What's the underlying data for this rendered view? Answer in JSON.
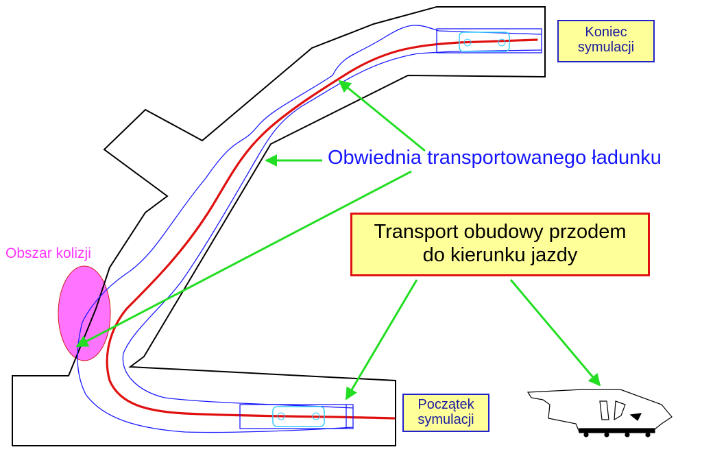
{
  "labels": {
    "end_line1": "Koniec",
    "end_line2": "symulacji",
    "start_line1": "Początek",
    "start_line2": "symulacji",
    "envelope": "Obwiednia transportowanego ładunku",
    "collision": "Obszar kolizji",
    "transport_line1": "Transport obudowy przodem",
    "transport_line2": "do kierunku jazdy"
  },
  "colors": {
    "wall": "#000000",
    "path": "#e01010",
    "envelope": "#1a1aff",
    "pointer": "#22dd22",
    "collision_fill": "#ff66ff",
    "vehicle": "#33ccff",
    "callout_bg": "#ffff99"
  }
}
